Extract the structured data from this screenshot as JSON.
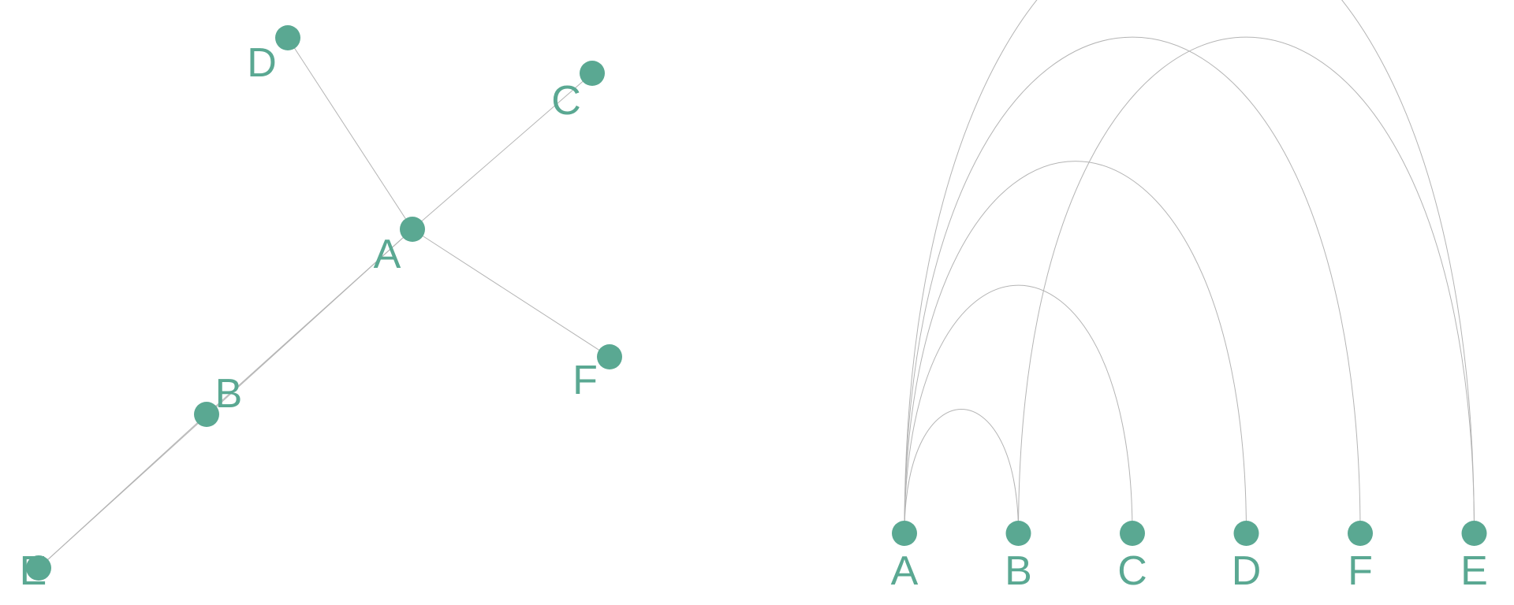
{
  "node_color": "#5aa892",
  "edge_color": "#b4b4b4",
  "graph": {
    "nodes": [
      "A",
      "B",
      "C",
      "D",
      "F",
      "E"
    ],
    "edges": [
      [
        "A",
        "B"
      ],
      [
        "A",
        "C"
      ],
      [
        "A",
        "D"
      ],
      [
        "A",
        "F"
      ],
      [
        "A",
        "E"
      ],
      [
        "B",
        "E"
      ]
    ]
  },
  "arc_diagram": {
    "order": [
      "A",
      "B",
      "C",
      "D",
      "F",
      "E"
    ]
  }
}
